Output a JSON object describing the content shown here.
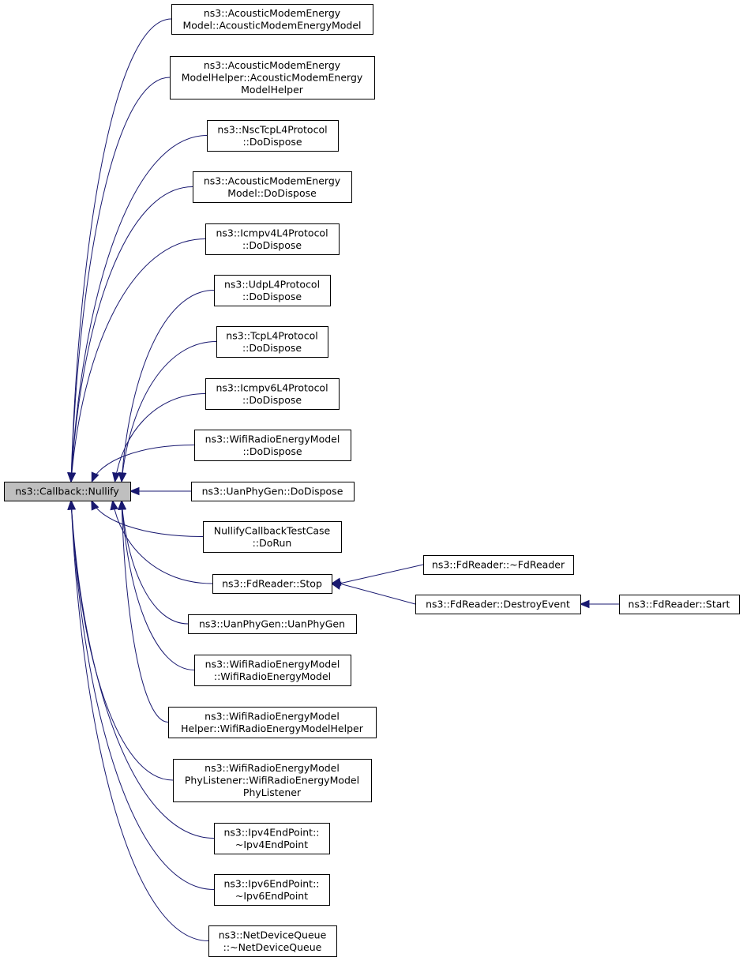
{
  "diagram": {
    "root": {
      "id": "nullify",
      "lines": [
        "ns3::Callback::Nullify"
      ]
    },
    "nodes": [
      {
        "id": "n1",
        "lines": [
          "ns3::AcousticModemEnergy",
          "Model::AcousticModemEnergyModel"
        ]
      },
      {
        "id": "n2",
        "lines": [
          "ns3::AcousticModemEnergy",
          "ModelHelper::AcousticModemEnergy",
          "ModelHelper"
        ]
      },
      {
        "id": "n3",
        "lines": [
          "ns3::NscTcpL4Protocol",
          "::DoDispose"
        ]
      },
      {
        "id": "n4",
        "lines": [
          "ns3::AcousticModemEnergy",
          "Model::DoDispose"
        ]
      },
      {
        "id": "n5",
        "lines": [
          "ns3::Icmpv4L4Protocol",
          "::DoDispose"
        ]
      },
      {
        "id": "n6",
        "lines": [
          "ns3::UdpL4Protocol",
          "::DoDispose"
        ]
      },
      {
        "id": "n7",
        "lines": [
          "ns3::TcpL4Protocol",
          "::DoDispose"
        ]
      },
      {
        "id": "n8",
        "lines": [
          "ns3::Icmpv6L4Protocol",
          "::DoDispose"
        ]
      },
      {
        "id": "n9",
        "lines": [
          "ns3::WifiRadioEnergyModel",
          "::DoDispose"
        ]
      },
      {
        "id": "n10",
        "lines": [
          "ns3::UanPhyGen::DoDispose"
        ]
      },
      {
        "id": "n11",
        "lines": [
          "NullifyCallbackTestCase",
          "::DoRun"
        ]
      },
      {
        "id": "n12",
        "lines": [
          "ns3::FdReader::Stop"
        ]
      },
      {
        "id": "n13",
        "lines": [
          "ns3::UanPhyGen::UanPhyGen"
        ]
      },
      {
        "id": "n14",
        "lines": [
          "ns3::WifiRadioEnergyModel",
          "::WifiRadioEnergyModel"
        ]
      },
      {
        "id": "n15",
        "lines": [
          "ns3::WifiRadioEnergyModel",
          "Helper::WifiRadioEnergyModelHelper"
        ]
      },
      {
        "id": "n16",
        "lines": [
          "ns3::WifiRadioEnergyModel",
          "PhyListener::WifiRadioEnergyModel",
          "PhyListener"
        ]
      },
      {
        "id": "n17",
        "lines": [
          "ns3::Ipv4EndPoint::",
          "~Ipv4EndPoint"
        ]
      },
      {
        "id": "n18",
        "lines": [
          "ns3::Ipv6EndPoint::",
          "~Ipv6EndPoint"
        ]
      },
      {
        "id": "n19",
        "lines": [
          "ns3::NetDeviceQueue",
          "::~NetDeviceQueue"
        ]
      },
      {
        "id": "n20",
        "lines": [
          "ns3::FdReader::~FdReader"
        ]
      },
      {
        "id": "n21",
        "lines": [
          "ns3::FdReader::DestroyEvent"
        ]
      },
      {
        "id": "n22",
        "lines": [
          "ns3::FdReader::Start"
        ]
      }
    ],
    "edges": [
      {
        "from": "n1",
        "to": "nullify"
      },
      {
        "from": "n2",
        "to": "nullify"
      },
      {
        "from": "n3",
        "to": "nullify"
      },
      {
        "from": "n4",
        "to": "nullify"
      },
      {
        "from": "n5",
        "to": "nullify"
      },
      {
        "from": "n6",
        "to": "nullify"
      },
      {
        "from": "n7",
        "to": "nullify"
      },
      {
        "from": "n8",
        "to": "nullify"
      },
      {
        "from": "n9",
        "to": "nullify"
      },
      {
        "from": "n10",
        "to": "nullify"
      },
      {
        "from": "n11",
        "to": "nullify"
      },
      {
        "from": "n12",
        "to": "nullify"
      },
      {
        "from": "n13",
        "to": "nullify"
      },
      {
        "from": "n14",
        "to": "nullify"
      },
      {
        "from": "n15",
        "to": "nullify"
      },
      {
        "from": "n16",
        "to": "nullify"
      },
      {
        "from": "n17",
        "to": "nullify"
      },
      {
        "from": "n18",
        "to": "nullify"
      },
      {
        "from": "n19",
        "to": "nullify"
      },
      {
        "from": "n20",
        "to": "n12"
      },
      {
        "from": "n21",
        "to": "n12"
      },
      {
        "from": "n22",
        "to": "n21"
      }
    ],
    "colors": {
      "edge": "#191970",
      "root_fill": "#bfbfbf",
      "node_fill": "#ffffff",
      "border": "#000000"
    }
  }
}
